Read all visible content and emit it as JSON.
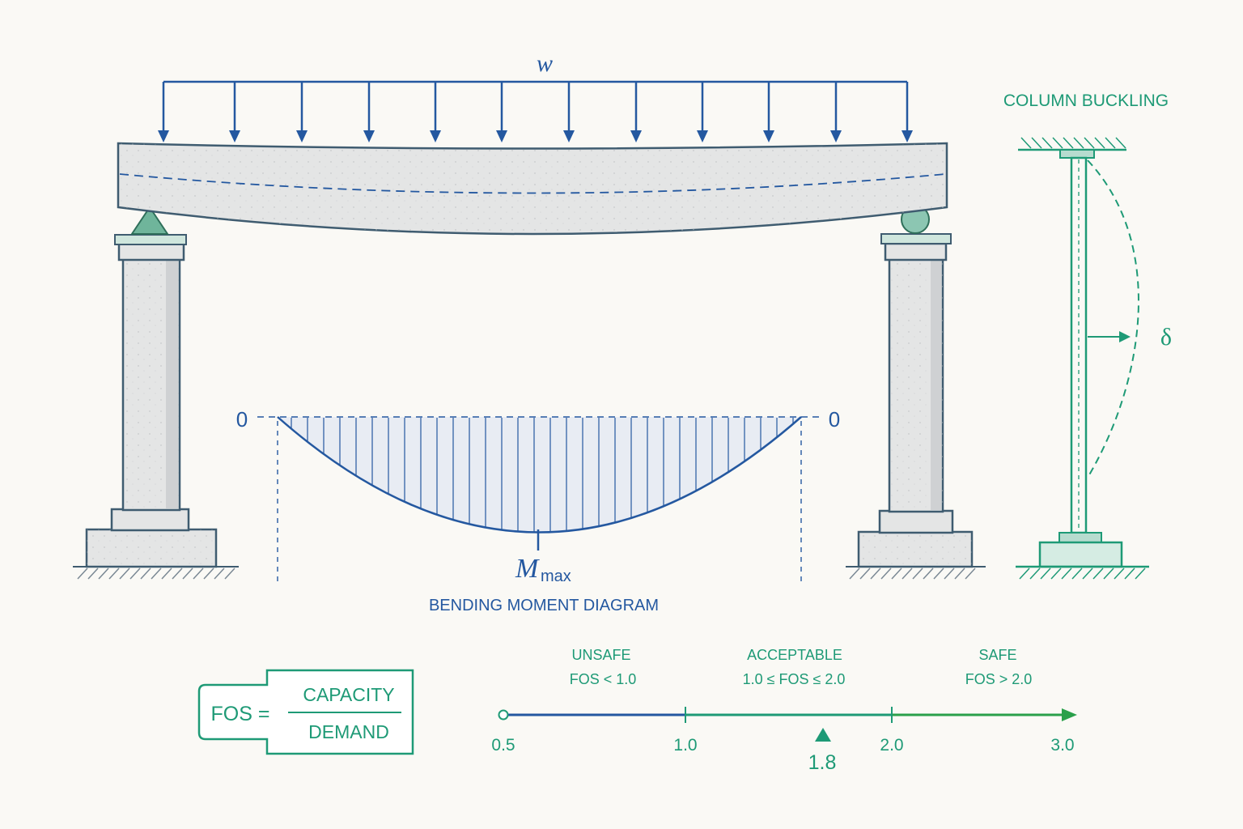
{
  "load": {
    "symbol": "w"
  },
  "column_buckling": {
    "title": "COLUMN BUCKLING",
    "deflection_symbol": "δ"
  },
  "moment_diagram": {
    "left_zero": "0",
    "right_zero": "0",
    "max_symbol": "M",
    "max_subscript": "max",
    "title": "BENDING MOMENT DIAGRAM"
  },
  "formula": {
    "lhs": "FOS =",
    "numerator": "CAPACITY",
    "denominator": "DEMAND"
  },
  "scale": {
    "zones": [
      {
        "name": "UNSAFE",
        "range": "FOS < 1.0"
      },
      {
        "name": "ACCEPTABLE",
        "range": "1.0 ≤ FOS ≤ 2.0"
      },
      {
        "name": "SAFE",
        "range": "FOS > 2.0"
      }
    ],
    "ticks": [
      "0.5",
      "1.0",
      "2.0",
      "3.0"
    ],
    "marker_value": "1.8"
  },
  "colors": {
    "load_blue": "#2458a0",
    "steel_green": "#1e9a76",
    "concrete": "#e4e5e5",
    "outline": "#3f5c70",
    "scale_green": "#2aa04a"
  }
}
